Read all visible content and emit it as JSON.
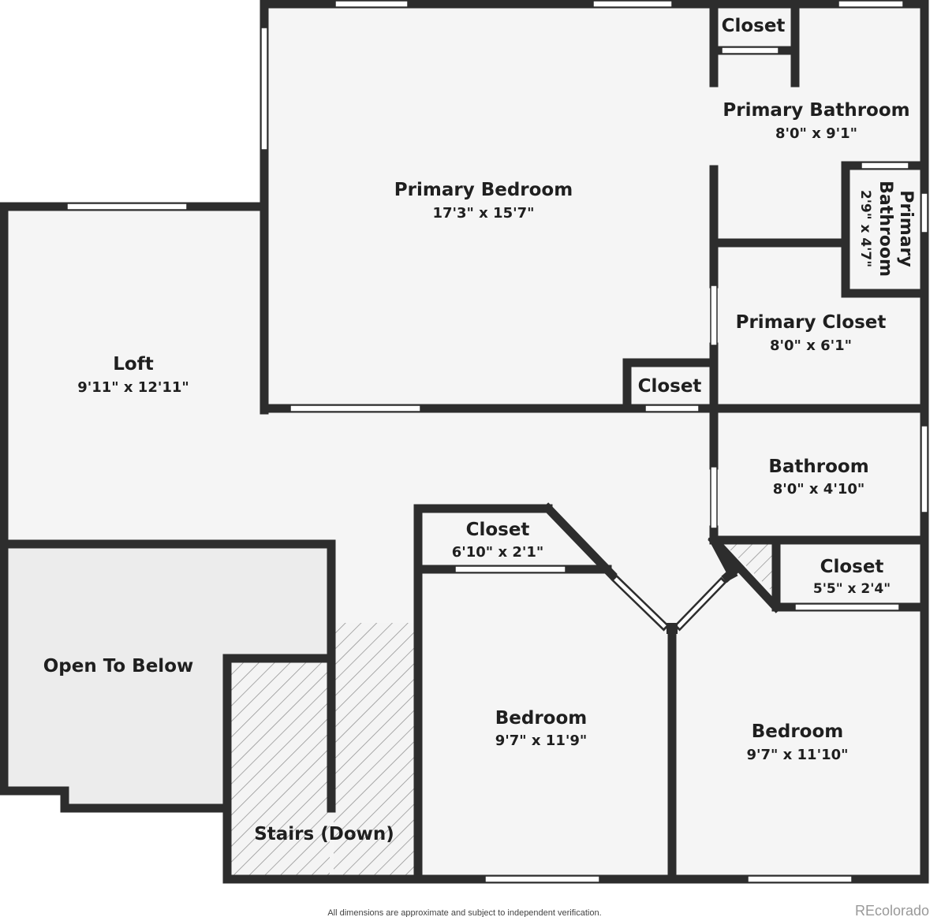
{
  "rooms": {
    "primary_bedroom": {
      "name": "Primary Bedroom",
      "dims": "17'3\" x 15'7\""
    },
    "closet_top": {
      "name": "Closet"
    },
    "primary_bathroom": {
      "name": "Primary Bathroom",
      "dims": "8'0\" x 9'1\""
    },
    "primary_bathroom_small": {
      "name_line1": "Primary",
      "name_line2": "Bathroom",
      "dims": "2'9\" x 4'7\""
    },
    "primary_closet": {
      "name": "Primary Closet",
      "dims": "8'0\" x 6'1\""
    },
    "closet_mid": {
      "name": "Closet"
    },
    "loft": {
      "name": "Loft",
      "dims": "9'11\" x 12'11\""
    },
    "bathroom": {
      "name": "Bathroom",
      "dims": "8'0\" x 4'10\""
    },
    "closet_bedroom1": {
      "name": "Closet",
      "dims": "6'10\" x 2'1\""
    },
    "closet_bedroom2": {
      "name": "Closet",
      "dims": "5'5\" x 2'4\""
    },
    "open_to_below": {
      "name": "Open To Below"
    },
    "stairs": {
      "name": "Stairs (Down)"
    },
    "bedroom1": {
      "name": "Bedroom",
      "dims": "9'7\" x 11'9\""
    },
    "bedroom2": {
      "name": "Bedroom",
      "dims": "9'7\" x 11'10\""
    }
  },
  "footer": {
    "disclaimer": "All dimensions are approximate and subject to independent verification.",
    "brand": "REcolorado"
  },
  "colors": {
    "wall": "#2d2d2d",
    "floor": "#f5f5f5",
    "open_area": "#ececec",
    "window": "#ffffff"
  }
}
